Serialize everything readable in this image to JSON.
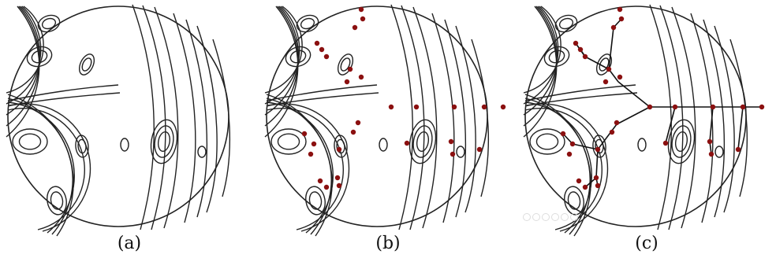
{
  "figure": {
    "panels": [
      {
        "caption": "(a)"
      },
      {
        "caption": "(b)"
      },
      {
        "caption": "(c)"
      }
    ]
  },
  "colors": {
    "curve": "#222222",
    "dot": "#8b1010",
    "tree": "#111111",
    "background": "#ffffff"
  },
  "icons": [
    "zoom-out-icon",
    "zoom-in-icon",
    "rotate-icon",
    "grid-icon",
    "search-icon",
    "minus-icon"
  ]
}
